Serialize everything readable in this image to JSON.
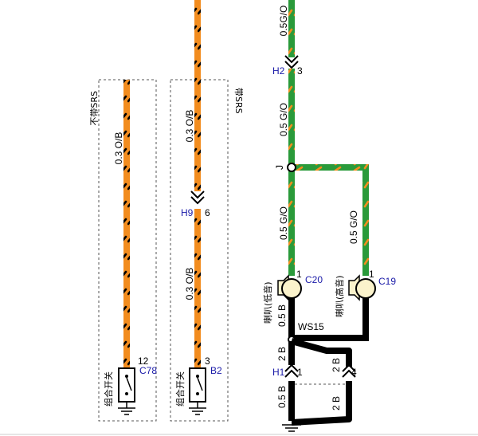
{
  "colors": {
    "orange": "#f28c1e",
    "green": "#2a9a3a",
    "black_wire": "#000000",
    "label_blue": "#1a1aa8",
    "speaker_fill": "#fbf3cc"
  },
  "wires": {
    "w1_label": "0.3 O/B",
    "w2_top_label": "0.3 O/B",
    "w2_bottom_label": "0.3 O/B",
    "g_top_label": "0.5G/O",
    "g_mid_label": "0.5 G/O",
    "g_left_label": "0.5 G/O",
    "g_right_label": "0.5 G/O",
    "b1_label": "0.5 B",
    "b2_label": "2 B",
    "b3_label": "2 B",
    "b4_label": "0.5 B",
    "b5_label": "2 B"
  },
  "regions": {
    "left_label": "不带SRS",
    "right_label": "带SRS"
  },
  "connectors": {
    "h2": {
      "name": "H2",
      "pin": "3"
    },
    "h9": {
      "name": "H9",
      "pin": "6"
    },
    "h1": {
      "name": "H1",
      "pin": "1"
    },
    "h1b": {
      "pin": "4"
    },
    "c20": {
      "name": "C20",
      "pin": "1"
    },
    "c19": {
      "name": "C19",
      "pin": "1"
    },
    "c78": {
      "name": "C78",
      "pin": "12"
    },
    "b2": {
      "name": "B2",
      "pin": "3"
    },
    "splice_j": {
      "name": "J"
    },
    "ws15": {
      "name": "WS15"
    }
  },
  "components": {
    "speaker_low": "喇叭(低音)",
    "speaker_high": "喇叭(高音)",
    "switch1": "组合开关",
    "switch2": "组合开关"
  }
}
